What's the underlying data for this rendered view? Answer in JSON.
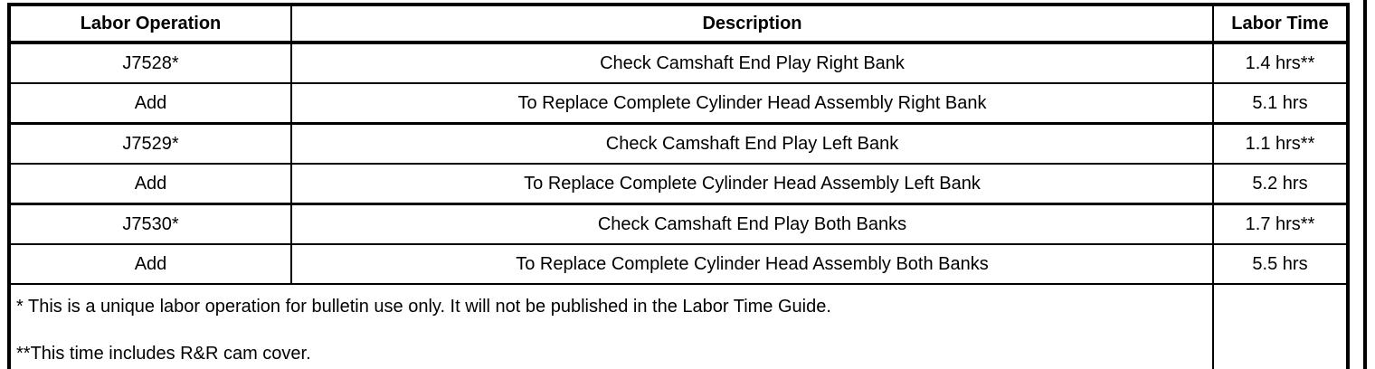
{
  "page": {
    "background_color": "#ffffff",
    "line_color": "#000000"
  },
  "table": {
    "headers": {
      "operation": "Labor Operation",
      "description": "Description",
      "time": "Labor Time"
    },
    "rows": [
      {
        "op": "J7528*",
        "desc": "Check Camshaft End Play Right Bank",
        "time": "1.4 hrs**"
      },
      {
        "op": "Add",
        "desc": "To Replace Complete Cylinder Head Assembly Right Bank",
        "time": "5.1 hrs"
      },
      {
        "op": "J7529*",
        "desc": "Check Camshaft End Play Left Bank",
        "time": "1.1 hrs**"
      },
      {
        "op": "Add",
        "desc": "To Replace Complete Cylinder Head Assembly Left Bank",
        "time": "5.2 hrs"
      },
      {
        "op": "J7530*",
        "desc": "Check Camshaft End Play Both Banks",
        "time": "1.7 hrs**"
      },
      {
        "op": "Add",
        "desc": "To Replace Complete Cylinder Head Assembly Both Banks",
        "time": "5.5 hrs"
      }
    ],
    "footnotes": {
      "line1": "* This is a unique labor operation for bulletin use only. It will not be published in the Labor Time Guide.",
      "line2": "**This time includes R&R cam cover."
    }
  }
}
